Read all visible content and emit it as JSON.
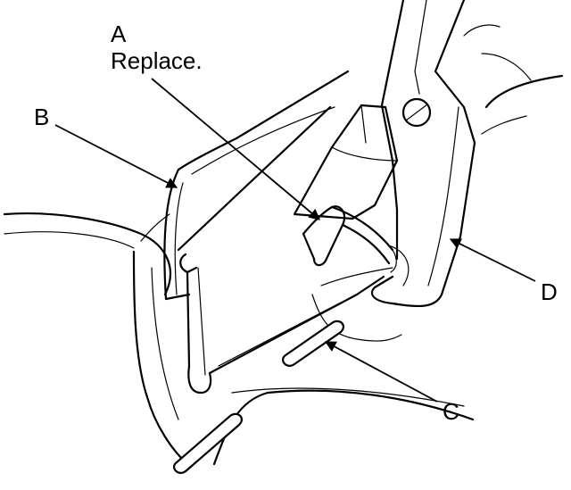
{
  "callouts": {
    "a": {
      "letter": "A",
      "note": "Replace."
    },
    "b": {
      "letter": "B"
    },
    "c": {
      "letter": "C"
    },
    "d": {
      "letter": "D"
    }
  },
  "colors": {
    "ink": "#000000",
    "paper": "#ffffff"
  }
}
